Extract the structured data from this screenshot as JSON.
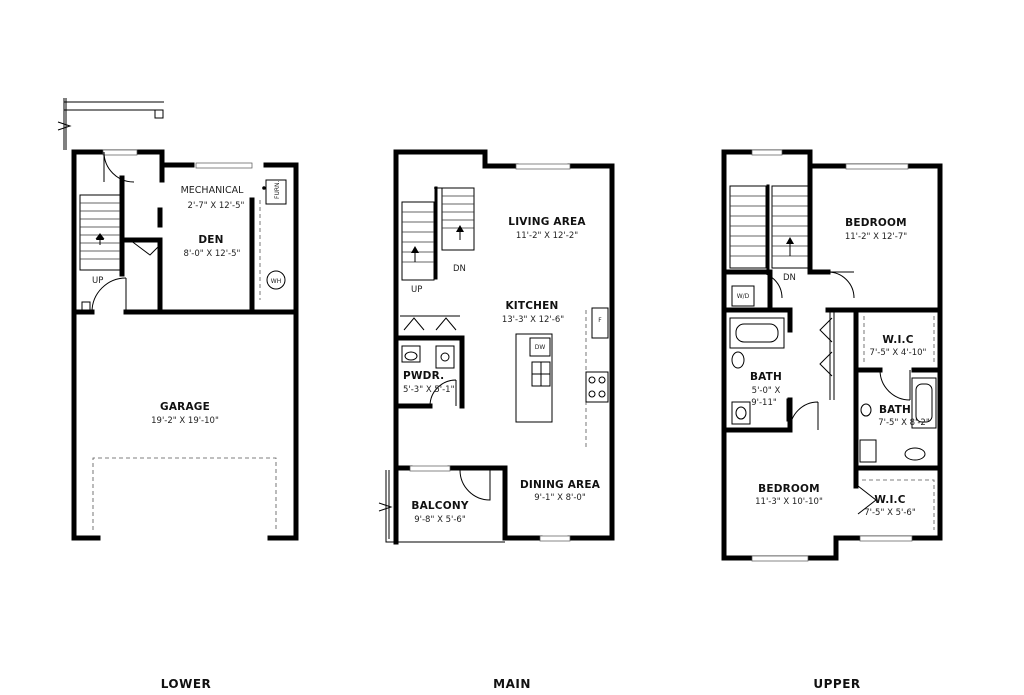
{
  "floors": {
    "lower": {
      "label": "LOWER",
      "rooms": {
        "mechanical": {
          "name": "MECHANICAL",
          "dim": "2'-7\" X 12'-5\""
        },
        "den": {
          "name": "DEN",
          "dim": "8'-0\" X 12'-5\""
        },
        "garage": {
          "name": "GARAGE",
          "dim": "19'-2\" X 19'-10\""
        }
      },
      "tags": {
        "up": "UP",
        "furn": "FURN.",
        "wh": "WH"
      }
    },
    "main": {
      "label": "MAIN",
      "rooms": {
        "living": {
          "name": "LIVING AREA",
          "dim": "11'-2\" X 12'-2\""
        },
        "kitchen": {
          "name": "KITCHEN",
          "dim": "13'-3\" X 12'-6\""
        },
        "pwdr": {
          "name": "PWDR.",
          "dim": "5'-3\" X 5'-1\""
        },
        "dining": {
          "name": "DINING AREA",
          "dim": "9'-1\" X 8'-0\""
        },
        "balcony": {
          "name": "BALCONY",
          "dim": "9'-8\" X 5'-6\""
        }
      },
      "tags": {
        "up": "UP",
        "dn": "DN",
        "dw": "DW",
        "f": "F"
      }
    },
    "upper": {
      "label": "UPPER",
      "rooms": {
        "bedroom1": {
          "name": "BEDROOM",
          "dim": "11'-2\" X 12'-7\""
        },
        "wic1": {
          "name": "W.I.C",
          "dim": "7'-5\" X 4'-10\""
        },
        "bath1": {
          "name": "BATH",
          "dim1": "5'-0\" X",
          "dim2": "9'-11\""
        },
        "bath2": {
          "name": "BATH",
          "dim": "7'-5\" X 8'-2\""
        },
        "bedroom2": {
          "name": "BEDROOM",
          "dim": "11'-3\" X 10'-10\""
        },
        "wic2": {
          "name": "W.I.C",
          "dim": "7'-5\" X 5'-6\""
        }
      },
      "tags": {
        "dn": "DN",
        "wd": "W/D"
      }
    }
  }
}
